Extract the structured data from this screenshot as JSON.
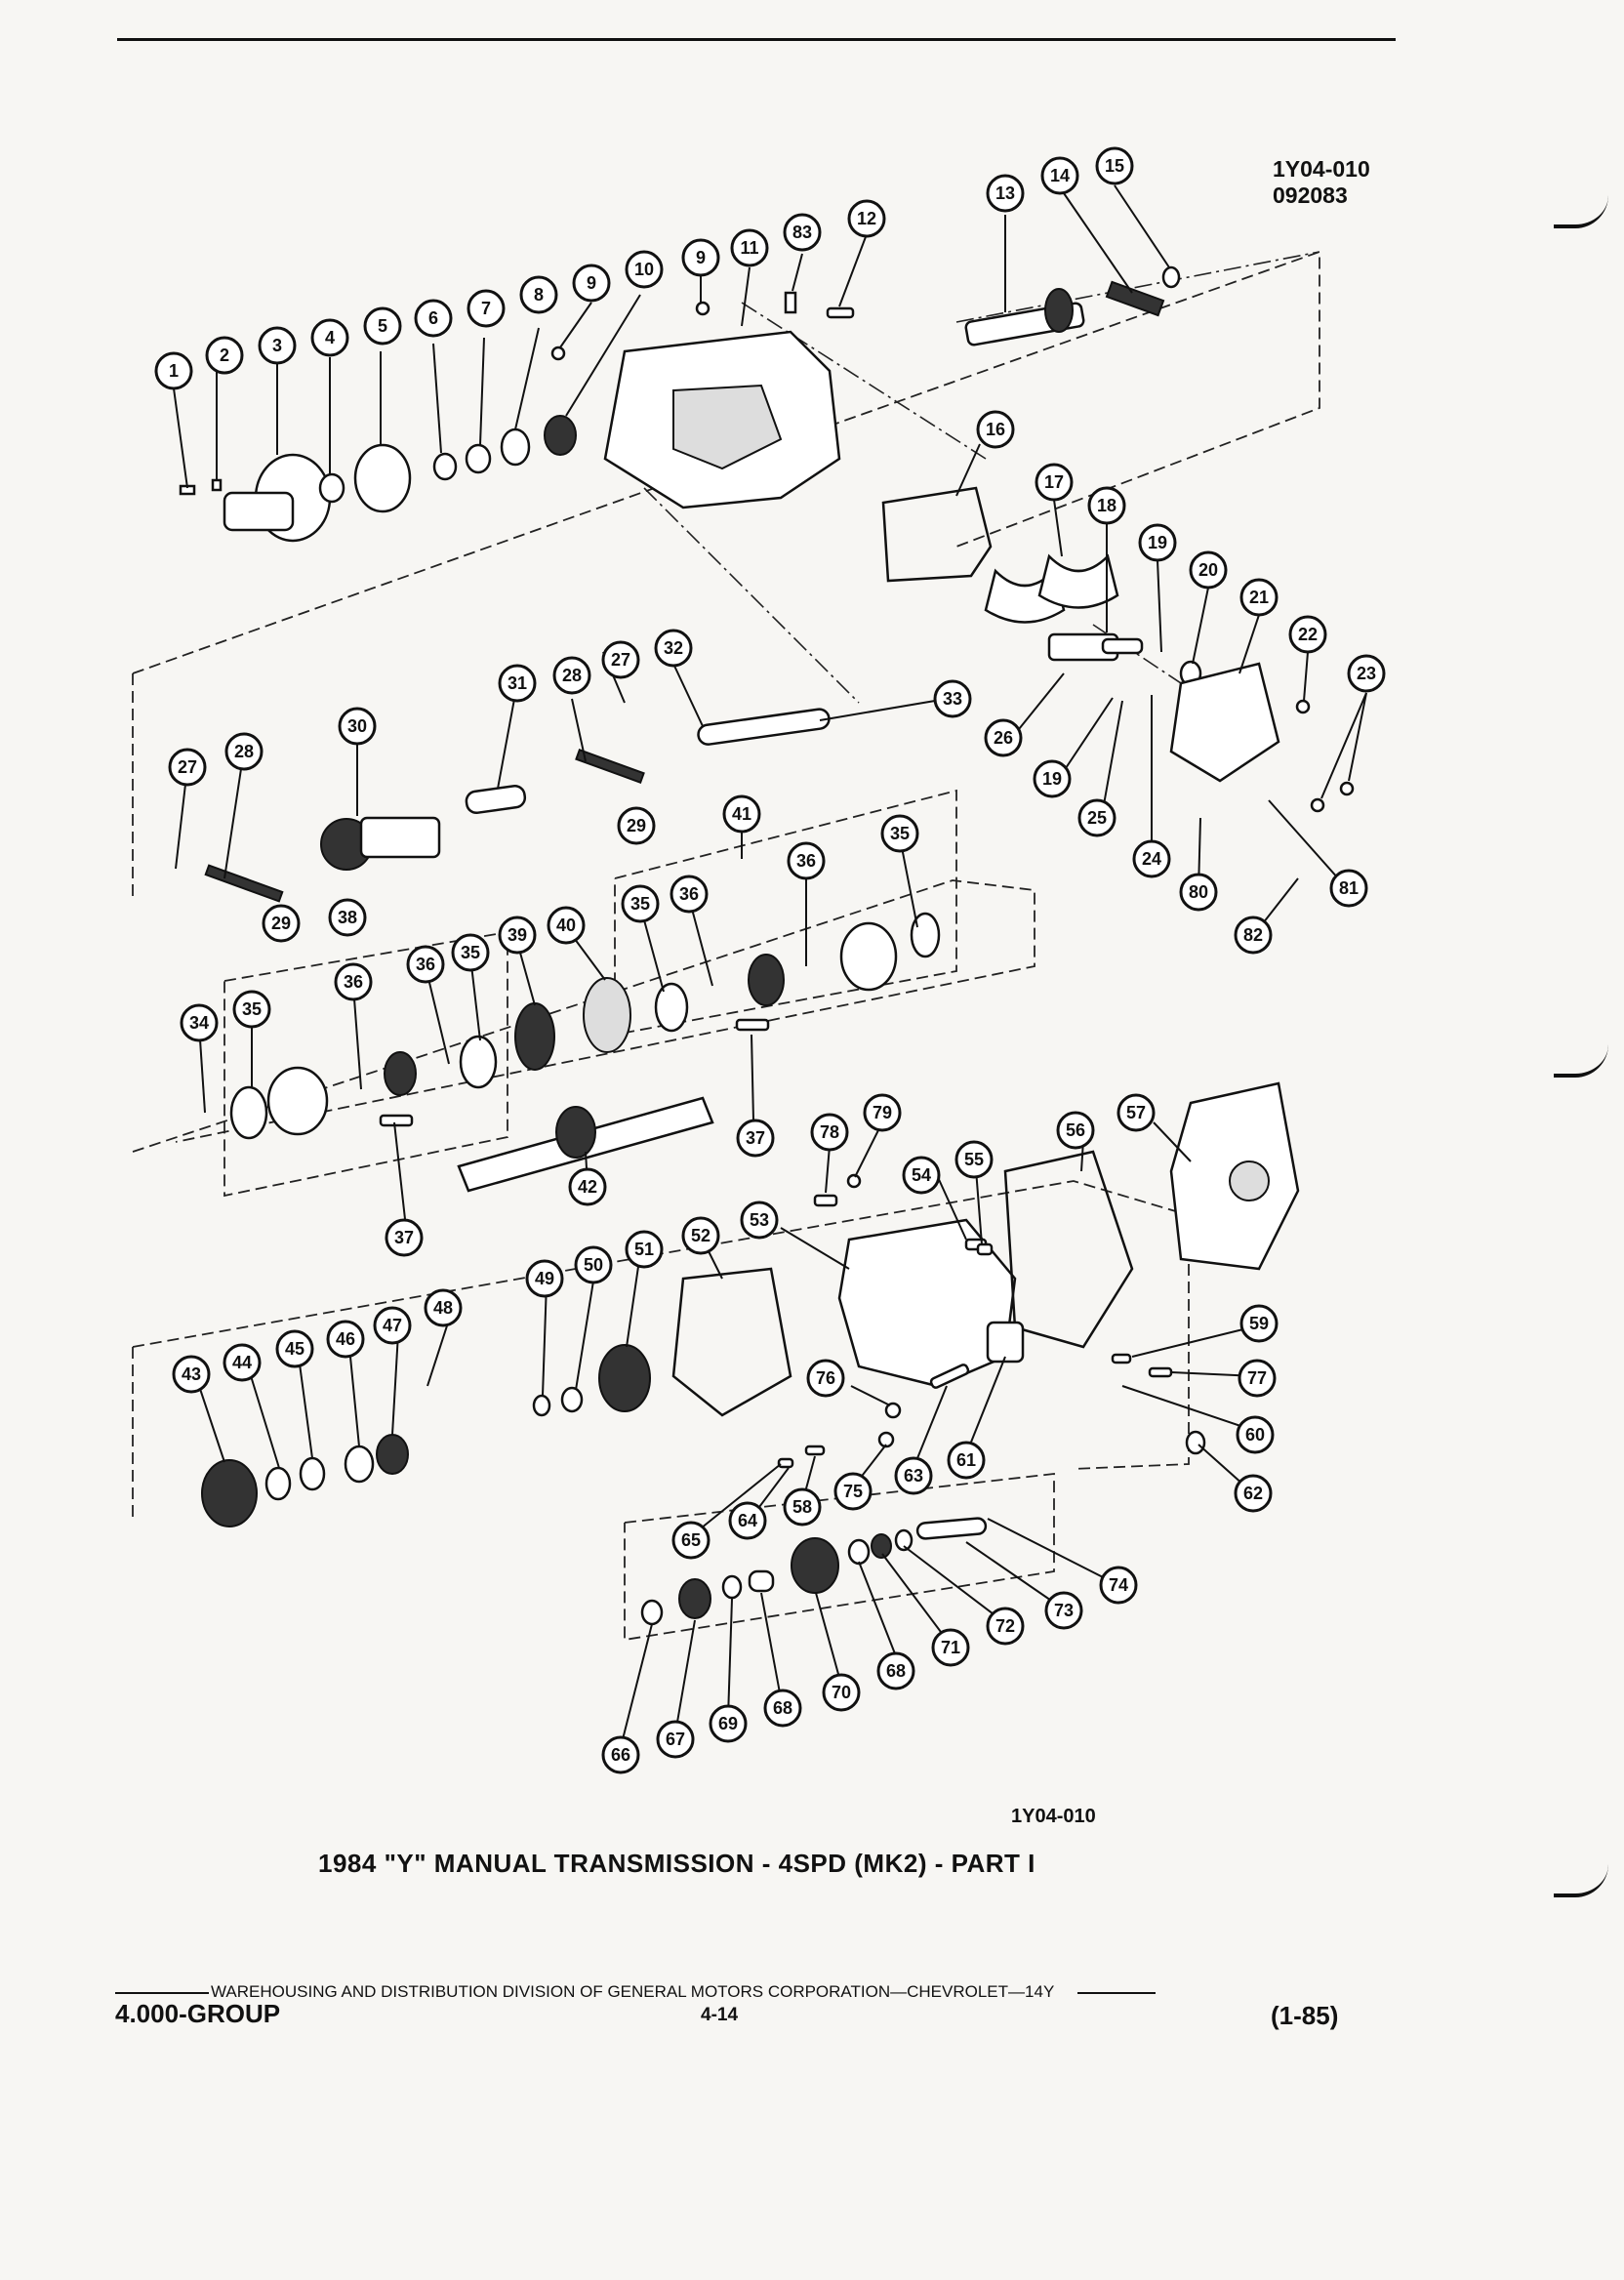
{
  "header": {
    "diagram_code": "1Y04-010",
    "diagram_date": "092083"
  },
  "callouts": [
    "1",
    "2",
    "3",
    "4",
    "5",
    "6",
    "7",
    "8",
    "9",
    "10",
    "9",
    "11",
    "83",
    "12",
    "13",
    "14",
    "15",
    "16",
    "17",
    "18",
    "19",
    "20",
    "21",
    "22",
    "23",
    "27",
    "28",
    "30",
    "31",
    "28",
    "27",
    "32",
    "33",
    "26",
    "19",
    "25",
    "24",
    "29",
    "29",
    "27",
    "41",
    "35",
    "36",
    "38",
    "36",
    "35",
    "80",
    "81",
    "82",
    "34",
    "35",
    "36",
    "36",
    "35",
    "39",
    "40",
    "35",
    "36",
    "37",
    "37",
    "78",
    "79",
    "42",
    "54",
    "55",
    "56",
    "57",
    "52",
    "53",
    "49",
    "50",
    "51",
    "43",
    "44",
    "45",
    "46",
    "47",
    "48",
    "59",
    "76",
    "77",
    "60",
    "62",
    "61",
    "63",
    "58",
    "75",
    "64",
    "65",
    "74",
    "73",
    "72",
    "71",
    "68",
    "70",
    "68",
    "69",
    "67",
    "66"
  ],
  "figure_code": "1Y04-010",
  "caption": "1984 \"Y\" MANUAL TRANSMISSION - 4SPD (MK2) - PART I",
  "footer": {
    "publisher": "WAREHOUSING AND DISTRIBUTION DIVISION OF GENERAL MOTORS CORPORATION—CHEVROLET—14Y",
    "group": "4.000-GROUP",
    "page": "4-14",
    "date": "(1-85)"
  }
}
